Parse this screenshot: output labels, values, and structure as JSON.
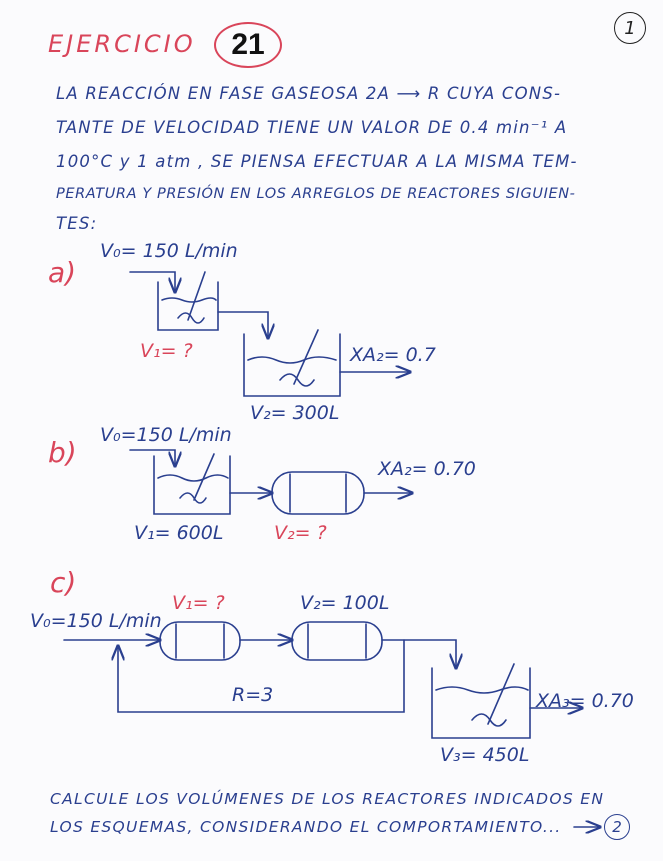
{
  "header": {
    "title": "EJERCICIO",
    "exercise_number": "21",
    "page_number": "1"
  },
  "statement": {
    "lines": [
      "LA REACCIÓN EN FASE GASEOSA    2A ⟶ R  CUYA CONS-",
      "TANTE DE VELOCIDAD TIENE UN VALOR DE 0.4 min⁻¹  A",
      "100°C y 1 atm , SE PIENSA EFECTUAR A LA MISMA TEM-",
      "PERATURA Y PRESIÓN EN LOS ARREGLOS DE REACTORES SIGUIEN-",
      "TES:"
    ]
  },
  "part_a": {
    "label": "a)",
    "feed": "V₀= 150 L/min",
    "v1": "V₁= ?",
    "v2": "V₂= 300L",
    "conversion": "XA₂= 0.7"
  },
  "part_b": {
    "label": "b)",
    "feed": "V₀=150 L/min",
    "v1": "V₁= 600L",
    "v2": "V₂= ?",
    "conversion": "XA₂= 0.70"
  },
  "part_c": {
    "label": "c)",
    "feed": "V₀=150 L/min",
    "v1": "V₁= ?",
    "v2": "V₂= 100L",
    "recycle": "R=3",
    "v3": "V₃= 450L",
    "conversion": "XA₃= 0.70"
  },
  "footer": {
    "line1": "CALCULE LOS VOLÚMENES DE LOS REACTORES INDICADOS EN",
    "line2": "LOS ESQUEMAS, CONSIDERANDO EL COMPORTAMIENTO...",
    "next_page": "2"
  },
  "colors": {
    "ink_blue": "#2a3f8f",
    "ink_red": "#d9455a",
    "paper": "#fbfbfd"
  }
}
